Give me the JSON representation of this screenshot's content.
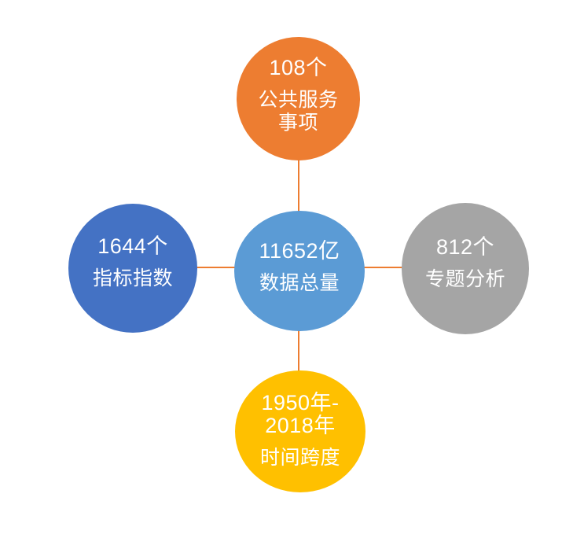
{
  "diagram": {
    "background": "#FFFFFF",
    "text_color": "#FFFFFF",
    "connector_color": "#ED7D31",
    "nodes": {
      "top": {
        "value_lines": [
          "108个"
        ],
        "label_lines": [
          "公共服务",
          "事项"
        ],
        "color": "#ED7D31"
      },
      "left": {
        "value_lines": [
          "1644个"
        ],
        "label_lines": [
          "指标指数"
        ],
        "color": "#4472C4"
      },
      "center": {
        "value_lines": [
          "11652亿"
        ],
        "label_lines": [
          "数据总量"
        ],
        "color": "#5B9BD5"
      },
      "right": {
        "value_lines": [
          "812个"
        ],
        "label_lines": [
          "专题分析"
        ],
        "color": "#A5A5A5"
      },
      "bottom": {
        "value_lines": [
          "1950年-",
          "2018年"
        ],
        "label_lines": [
          "时间跨度"
        ],
        "color": "#FFC000"
      }
    }
  }
}
